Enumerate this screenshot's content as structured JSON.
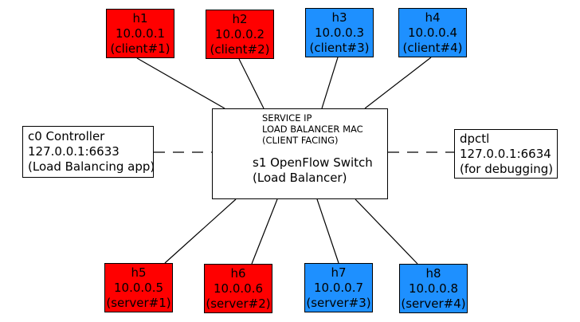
{
  "colors": {
    "red": "#ff0000",
    "blue": "#1e90ff"
  },
  "hosts_top": [
    {
      "name": "h1",
      "ip": "10.0.0.1",
      "role": "(client#1)",
      "color": "red"
    },
    {
      "name": "h2",
      "ip": "10.0.0.2",
      "role": "(client#2)",
      "color": "red"
    },
    {
      "name": "h3",
      "ip": "10.0.0.3",
      "role": "(client#3)",
      "color": "blue"
    },
    {
      "name": "h4",
      "ip": "10.0.0.4",
      "role": "(client#4)",
      "color": "blue"
    }
  ],
  "hosts_bottom": [
    {
      "name": "h5",
      "ip": "10.0.0.5",
      "role": "(server#1)",
      "color": "red"
    },
    {
      "name": "h6",
      "ip": "10.0.0.6",
      "role": "(server#2)",
      "color": "red"
    },
    {
      "name": "h7",
      "ip": "10.0.0.7",
      "role": "(server#3)",
      "color": "blue"
    },
    {
      "name": "h8",
      "ip": "10.0.0.8",
      "role": "(server#4)",
      "color": "blue"
    }
  ],
  "controller": {
    "line1": "c0 Controller",
    "line2": "127.0.0.1:6633",
    "line3": "(Load Balancing app)"
  },
  "dpctl": {
    "line1": "dpctl",
    "line2": "127.0.0.1:6634",
    "line3": "(for debugging)"
  },
  "switch": {
    "service_lines": [
      "SERVICE IP",
      "LOAD BALANCER MAC",
      "(CLIENT FACING)"
    ],
    "title": "s1 OpenFlow Switch",
    "subtitle": "(Load Balancer)"
  }
}
